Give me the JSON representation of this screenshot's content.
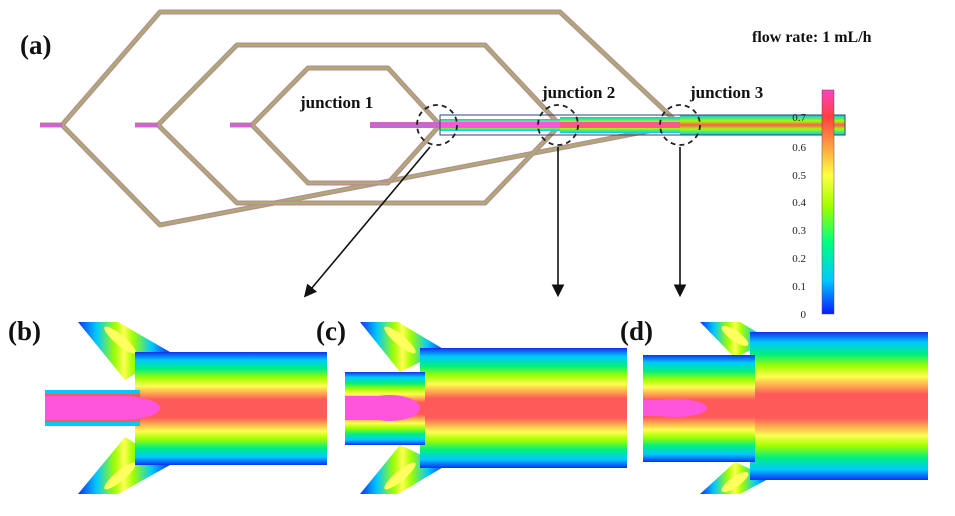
{
  "panels": {
    "a": "(a)",
    "b": "(b)",
    "c": "(c)",
    "d": "(d)"
  },
  "flow_rate": "flow rate: 1 mL/h",
  "junctions": [
    "junction 1",
    "junction 2",
    "junction 3"
  ],
  "colorbar": {
    "ticks": [
      "0.7",
      "0.6",
      "0.5",
      "0.4",
      "0.3",
      "0.2",
      "0.1",
      "0"
    ],
    "colors": [
      "#0a1aff",
      "#00c8ff",
      "#00ff80",
      "#a0ff00",
      "#ffff40",
      "#ffa040",
      "#ff4040",
      "#ff40c0"
    ]
  },
  "colors": {
    "channel_outline": "#b89090",
    "channel_fill": "#9aa860",
    "jet": "#ff55dd",
    "core": "#ff5a5a",
    "wall": "#1030f0"
  }
}
